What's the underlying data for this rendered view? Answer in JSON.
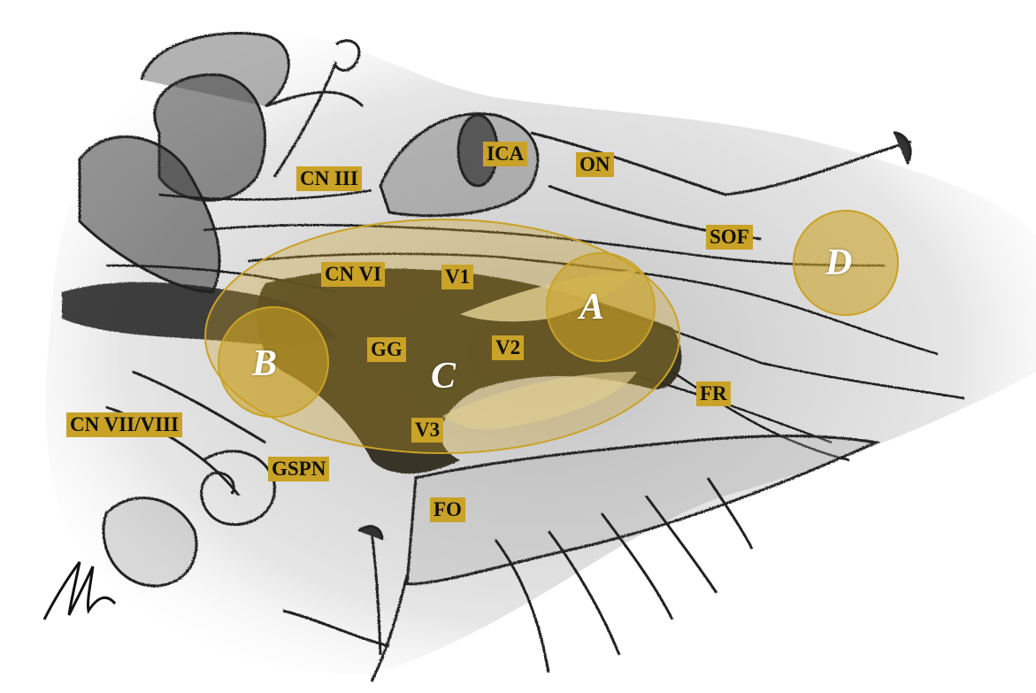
{
  "labels": {
    "cn_iii": "CN III",
    "ica": "ICA",
    "on": "ON",
    "sof": "SOF",
    "cn_vi": "CN VI",
    "v1": "V1",
    "v2": "V2",
    "gg": "GG",
    "v3": "V3",
    "fr": "FR",
    "cn_vii_viii": "CN VII/VIII",
    "gspn": "GSPN",
    "fo": "FO"
  },
  "zones": {
    "a": "A",
    "b": "B",
    "c": "C",
    "d": "D"
  },
  "colors": {
    "label_fill": "#c9a227",
    "zone_fill": "#c9a227",
    "zone_stroke": "#c9a227",
    "ganglion_dark": "#2e2a1c"
  }
}
